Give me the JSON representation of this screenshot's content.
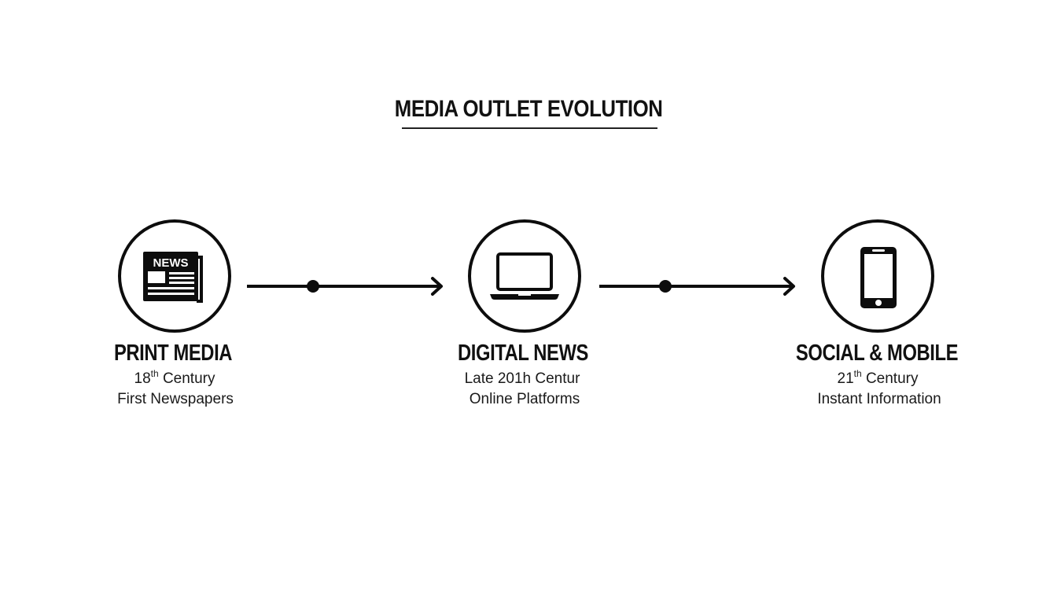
{
  "diagram": {
    "title": "MEDIA OUTLET EVOLUTION",
    "stages": [
      {
        "icon": "newspaper-icon",
        "icon_text": "NEWS",
        "heading": "PRINT MEDIA",
        "line1_prefix": "18",
        "line1_sup": "th",
        "line1_suffix": " Century",
        "line2": "First Newspapers"
      },
      {
        "icon": "laptop-icon",
        "heading": "DIGITAL NEWS",
        "line1_prefix": "Late 201h Centur",
        "line1_sup": "",
        "line1_suffix": "",
        "line2": "Online Platforms"
      },
      {
        "icon": "smartphone-icon",
        "heading": "SOCIAL & MOBILE",
        "line1_prefix": "21",
        "line1_sup": "th",
        "line1_suffix": " Century",
        "line2": "Instant Information"
      }
    ],
    "connectors": [
      {
        "from": "PRINT MEDIA",
        "to": "DIGITAL NEWS",
        "style": "arrow-with-dot"
      },
      {
        "from": "DIGITAL NEWS",
        "to": "SOCIAL & MOBILE",
        "style": "arrow-with-dot"
      }
    ],
    "colors": {
      "background": "#ffffff",
      "foreground": "#111111"
    }
  }
}
